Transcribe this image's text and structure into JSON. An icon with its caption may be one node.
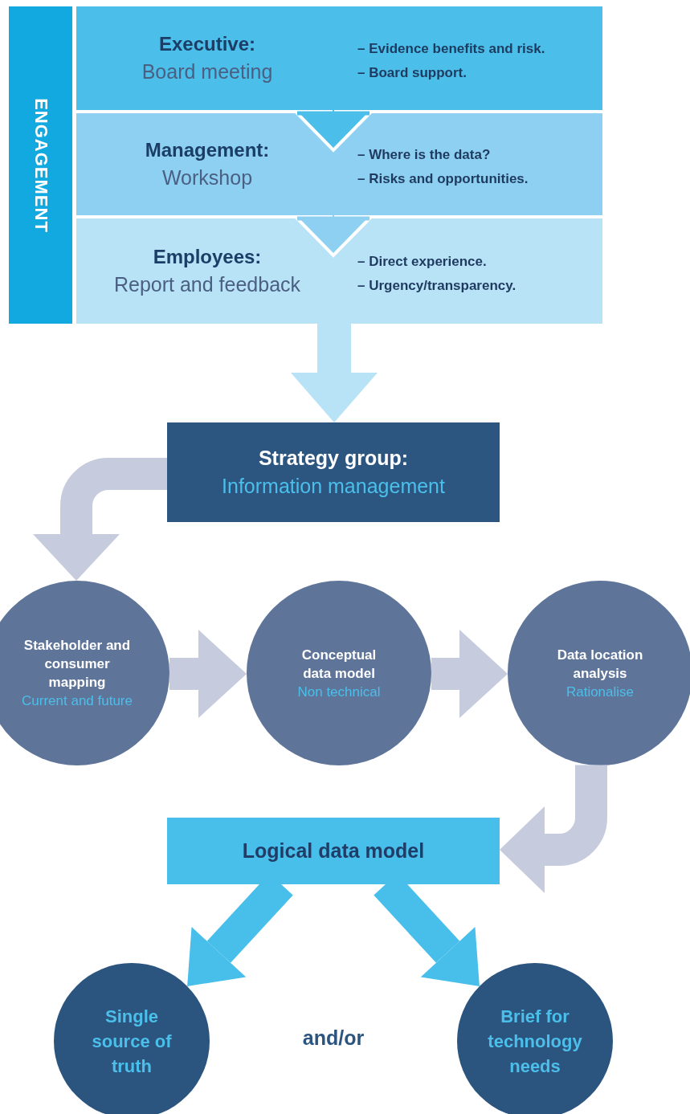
{
  "diagram": {
    "nodes": [
      {
        "text": [
          "ENGAGEMENT"
        ]
      },
      {
        "text": [
          "Executive:",
          "Board meeting",
          "– Evidence benefits and risk.",
          "– Board support."
        ]
      },
      {
        "text": [
          "Management:",
          "Workshop",
          "– Where is the data?",
          "– Risks and opportunities."
        ]
      },
      {
        "text": [
          "Employees:",
          "Report and feedback",
          "– Direct experience.",
          "– Urgency/transparency."
        ]
      },
      {
        "text": [
          "Strategy group:",
          "Information management"
        ]
      },
      {
        "text": [
          "Stakeholder and consumer mapping",
          "Current and future"
        ]
      },
      {
        "text": [
          "Conceptual data model",
          "Non technical"
        ]
      },
      {
        "text": [
          "Data location analysis",
          "Rationalise"
        ]
      },
      {
        "text": [
          "Logical data model"
        ]
      },
      {
        "text": [
          "Single source of truth"
        ]
      },
      {
        "text": [
          "Brief for technology needs"
        ]
      }
    ],
    "edges": [
      {
        "from": 1,
        "to": 2,
        "arrow": "to",
        "color": "#4bbfea"
      },
      {
        "from": 2,
        "to": 3,
        "arrow": "to",
        "color": "#8dd0f1"
      },
      {
        "from": 3,
        "to": 4,
        "arrow": "to",
        "color": "#b8e2f6"
      },
      {
        "from": 4,
        "to": 5,
        "arrow": "to"
      },
      {
        "from": 5,
        "to": 6,
        "arrow": "to"
      },
      {
        "from": 6,
        "to": 7,
        "arrow": "to"
      },
      {
        "from": 7,
        "to": 8,
        "arrow": "to"
      },
      {
        "from": 8,
        "to": 9,
        "arrow": "to",
        "color": "#48bfea"
      },
      {
        "from": 8,
        "to": 10,
        "arrow": "to",
        "color": "#48bfea"
      }
    ],
    "labels": [
      "and/or"
    ]
  }
}
